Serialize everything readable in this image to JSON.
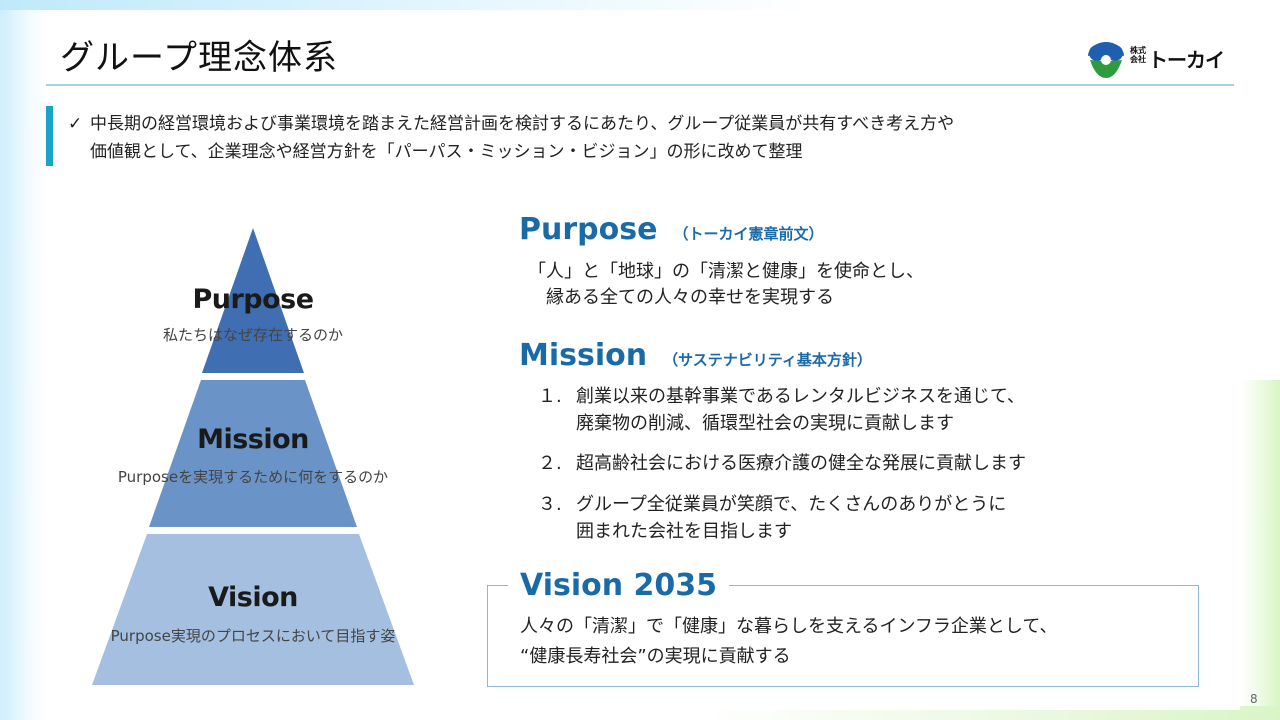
{
  "title": "グループ理念体系",
  "logo": {
    "kabushiki": "株式会社",
    "name": "トーカイ"
  },
  "intro": {
    "check": "✓",
    "line1": "中長期の経営環境および事業環境を踏まえた経営計画を検討するにあたり、グループ従業員が共有すべき考え方や",
    "line2": "価値観として、企業理念や経営方針を「パーパス・ミッション・ビジョン」の形に改めて整理"
  },
  "pyramid": [
    {
      "word": "Purpose",
      "desc": "私たちはなぜ存在するのか"
    },
    {
      "word": "Mission",
      "desc": "Purposeを実現するために何をするのか"
    },
    {
      "word": "Vision",
      "desc": "Purpose実現のプロセスにおいて目指す姿"
    }
  ],
  "purpose": {
    "heading": "Purpose",
    "subheading": "（トーカイ憲章前文）",
    "line1": "「人」と「地球」の「清潔と健康」を使命とし、",
    "line2": "縁ある全ての人々の幸せを実現する"
  },
  "mission": {
    "heading": "Mission",
    "subheading": "（サステナビリティ基本方針）",
    "items": [
      {
        "num": "１.",
        "line1": "創業以来の基幹事業であるレンタルビジネスを通じて、",
        "line2": "廃棄物の削減、循環型社会の実現に貢献します"
      },
      {
        "num": "２.",
        "line1": "超高齢社会における医療介護の健全な発展に貢献します",
        "line2": ""
      },
      {
        "num": "３.",
        "line1": "グループ全従業員が笑顔で、たくさんのありがとうに",
        "line2": "囲まれた会社を目指します"
      }
    ]
  },
  "vision": {
    "heading": "Vision 2035",
    "line1": "人々の「清潔」で「健康」な暮らしを支えるインフラ企業として、",
    "line2": "“健康長寿社会”の実現に貢献する"
  },
  "page_number": "8",
  "colors": {
    "accent": "#1b6aa8",
    "tier_top": "#3f6fb2",
    "tier_mid": "#6a93c8",
    "tier_bottom": "#a4bfe0",
    "intro_bar": "#1aa3c7"
  }
}
